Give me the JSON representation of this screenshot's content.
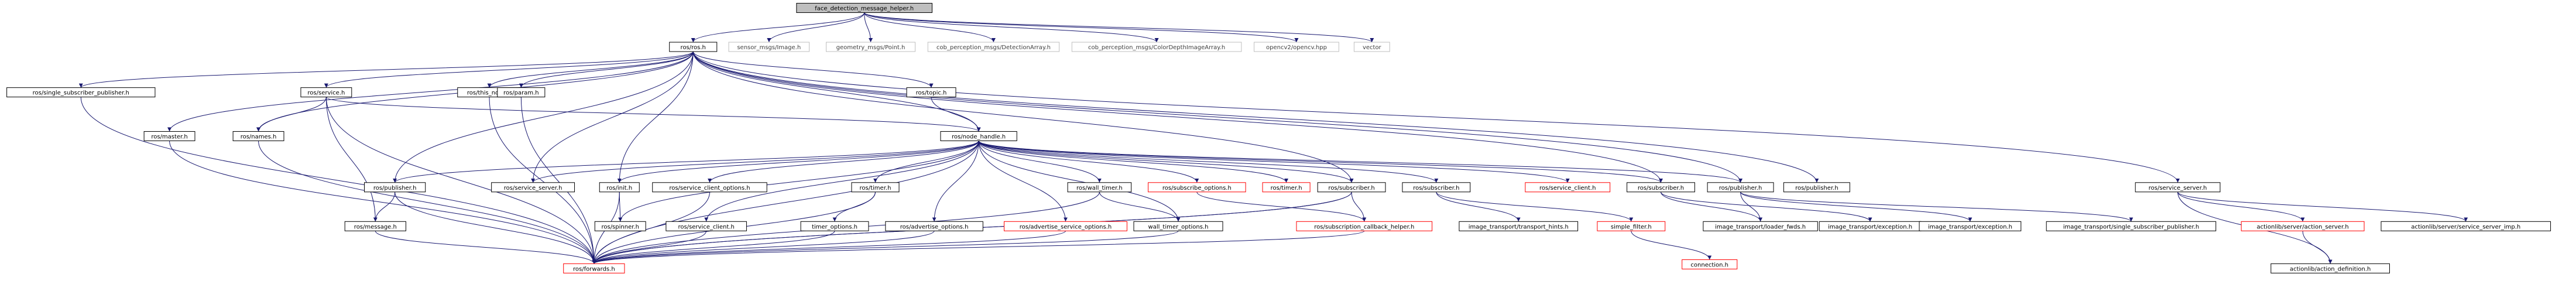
{
  "colors": {
    "edge": "#191970",
    "node_border_default": "#000000",
    "node_border_missing": "#bfbfbf",
    "node_border_red": "#ff0000",
    "root_fill": "#bfbfbf",
    "node_fill": "#ffffff",
    "text_default": "#000000",
    "text_missing": "#404040"
  },
  "nodes": [
    {
      "id": "root",
      "label": "face_detection_message_helper.h",
      "style": "root"
    },
    {
      "id": "ros_ros",
      "label": "ros/ros.h",
      "style": "default"
    },
    {
      "id": "sensor_image",
      "label": "sensor_msgs/Image.h",
      "style": "missing"
    },
    {
      "id": "geom_point",
      "label": "geometry_msgs/Point.h",
      "style": "missing"
    },
    {
      "id": "cob_det",
      "label": "cob_perception_msgs/DetectionArray.h",
      "style": "missing"
    },
    {
      "id": "cob_color",
      "label": "cob_perception_msgs/ColorDepthImageArray.h",
      "style": "missing"
    },
    {
      "id": "opencv",
      "label": "opencv2/opencv.hpp",
      "style": "missing"
    },
    {
      "id": "vector",
      "label": "vector",
      "style": "missing"
    },
    {
      "id": "single_sub_pub",
      "label": "ros/single_subscriber_publisher.h",
      "style": "default"
    },
    {
      "id": "master",
      "label": "ros/master.h",
      "style": "default"
    },
    {
      "id": "service",
      "label": "ros/service.h",
      "style": "default"
    },
    {
      "id": "names",
      "label": "ros/names.h",
      "style": "default"
    },
    {
      "id": "this_node",
      "label": "ros/this_node.h",
      "style": "default"
    },
    {
      "id": "param",
      "label": "ros/param.h",
      "style": "default"
    },
    {
      "id": "topic",
      "label": "ros/topic.h",
      "style": "default"
    },
    {
      "id": "node_handle",
      "label": "ros/node_handle.h",
      "style": "default"
    },
    {
      "id": "publisher_ros",
      "label": "ros/publisher.h",
      "style": "default"
    },
    {
      "id": "service_server_ros",
      "label": "ros/service_server.h",
      "style": "default"
    },
    {
      "id": "init",
      "label": "ros/init.h",
      "style": "default"
    },
    {
      "id": "service_client_options",
      "label": "ros/service_client_options.h",
      "style": "default"
    },
    {
      "id": "timer",
      "label": "ros/timer.h",
      "style": "default"
    },
    {
      "id": "wall_timer",
      "label": "ros/wall_timer.h",
      "style": "default"
    },
    {
      "id": "subscribe_options",
      "label": "ros/subscribe_options.h",
      "style": "red"
    },
    {
      "id": "ros_timer_red",
      "label": "ros/timer.h",
      "style": "red"
    },
    {
      "id": "subscriber_ros",
      "label": "ros/subscriber.h",
      "style": "default"
    },
    {
      "id": "subscriber_ros2",
      "label": "ros/subscriber.h",
      "style": "default"
    },
    {
      "id": "service_client_red",
      "label": "ros/service_client.h",
      "style": "red"
    },
    {
      "id": "ros_subscriber3",
      "label": "ros/subscriber.h",
      "style": "default"
    },
    {
      "id": "ros_publisher2",
      "label": "ros/publisher.h",
      "style": "default"
    },
    {
      "id": "publisher_plain",
      "label": "ros/publisher.h",
      "style": "default"
    },
    {
      "id": "service_server_right",
      "label": "ros/service_server.h",
      "style": "default"
    },
    {
      "id": "message",
      "label": "ros/message.h",
      "style": "default"
    },
    {
      "id": "spinner",
      "label": "ros/spinner.h",
      "style": "default"
    },
    {
      "id": "service_client",
      "label": "ros/service_client.h",
      "style": "default"
    },
    {
      "id": "timer_options",
      "label": "timer_options.h",
      "style": "default"
    },
    {
      "id": "advertise_options",
      "label": "ros/advertise_options.h",
      "style": "default"
    },
    {
      "id": "advertise_service_options",
      "label": "ros/advertise_service_options.h",
      "style": "red"
    },
    {
      "id": "wall_timer_options",
      "label": "wall_timer_options.h",
      "style": "default"
    },
    {
      "id": "subscription_callback_helper",
      "label": "ros/subscription_callback_helper.h",
      "style": "red"
    },
    {
      "id": "transport_hints",
      "label": "image_transport/transport_hints.h",
      "style": "default"
    },
    {
      "id": "simple_filter",
      "label": "simple_filter.h",
      "style": "red"
    },
    {
      "id": "loader_fwds",
      "label": "image_transport/loader_fwds.h",
      "style": "default"
    },
    {
      "id": "exception1",
      "label": "image_transport/exception.h",
      "style": "default"
    },
    {
      "id": "exception2",
      "label": "image_transport/exception.h",
      "style": "default"
    },
    {
      "id": "single_sub_pub_it",
      "label": "image_transport/single_subscriber_publisher.h",
      "style": "default"
    },
    {
      "id": "action_server",
      "label": "actionlib/server/action_server.h",
      "style": "red"
    },
    {
      "id": "service_server_imp",
      "label": "actionlib/server/service_server_imp.h",
      "style": "default"
    },
    {
      "id": "forwards",
      "label": "ros/forwards.h",
      "style": "red"
    },
    {
      "id": "connection",
      "label": "connection.h",
      "style": "red"
    },
    {
      "id": "action_definition",
      "label": "actionlib/action_definition.h",
      "style": "default"
    }
  ]
}
